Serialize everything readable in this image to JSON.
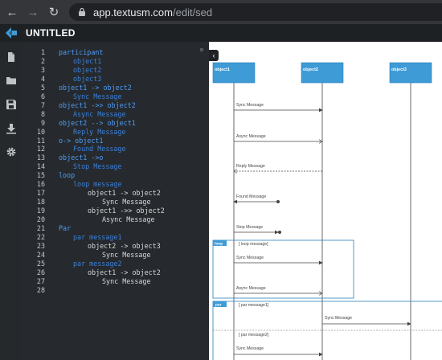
{
  "browser": {
    "url_host": "app.textusm.com",
    "url_path": "/edit/sed"
  },
  "app": {
    "title": "UNTITLED"
  },
  "editor": {
    "lines": [
      {
        "n": "1",
        "indent": 0,
        "kind": "kw",
        "text": "participant"
      },
      {
        "n": "2",
        "indent": 1,
        "kind": "text",
        "text": "object1"
      },
      {
        "n": "3",
        "indent": 1,
        "kind": "text",
        "text": "object2"
      },
      {
        "n": "4",
        "indent": 1,
        "kind": "text",
        "text": "object3"
      },
      {
        "n": "5",
        "indent": 0,
        "kind": "kw",
        "text": "object1 -> object2"
      },
      {
        "n": "6",
        "indent": 1,
        "kind": "text",
        "text": "Sync Message"
      },
      {
        "n": "7",
        "indent": 0,
        "kind": "kw",
        "text": "object1 ->> object2"
      },
      {
        "n": "8",
        "indent": 1,
        "kind": "text",
        "text": "Async Message"
      },
      {
        "n": "9",
        "indent": 0,
        "kind": "kw",
        "text": "object2 --> object1"
      },
      {
        "n": "10",
        "indent": 1,
        "kind": "text",
        "text": "Reply Message"
      },
      {
        "n": "11",
        "indent": 0,
        "kind": "kw",
        "text": "o-> object1"
      },
      {
        "n": "12",
        "indent": 1,
        "kind": "text",
        "text": "Found Message"
      },
      {
        "n": "13",
        "indent": 0,
        "kind": "kw",
        "text": "object1 ->o"
      },
      {
        "n": "14",
        "indent": 1,
        "kind": "text",
        "text": "Stop Message"
      },
      {
        "n": "15",
        "indent": 0,
        "kind": "kw",
        "text": "loop"
      },
      {
        "n": "16",
        "indent": 1,
        "kind": "text",
        "text": "loop message"
      },
      {
        "n": "17",
        "indent": 2,
        "kind": "plain",
        "text": "object1 -> object2"
      },
      {
        "n": "18",
        "indent": 3,
        "kind": "plain",
        "text": "Sync Message"
      },
      {
        "n": "19",
        "indent": 2,
        "kind": "plain",
        "text": "object1 ->> object2"
      },
      {
        "n": "20",
        "indent": 3,
        "kind": "plain",
        "text": "Async Message"
      },
      {
        "n": "21",
        "indent": 0,
        "kind": "kw",
        "text": "Par"
      },
      {
        "n": "22",
        "indent": 1,
        "kind": "text",
        "text": "par message1"
      },
      {
        "n": "23",
        "indent": 2,
        "kind": "plain",
        "text": "object2 -> object3"
      },
      {
        "n": "24",
        "indent": 3,
        "kind": "plain",
        "text": "Sync Message"
      },
      {
        "n": "25",
        "indent": 1,
        "kind": "text",
        "text": "par message2"
      },
      {
        "n": "26",
        "indent": 2,
        "kind": "plain",
        "text": "object1 -> object2"
      },
      {
        "n": "27",
        "indent": 3,
        "kind": "plain",
        "text": "Sync Message"
      },
      {
        "n": "28",
        "indent": 0,
        "kind": "plain",
        "text": ""
      }
    ]
  },
  "diagram": {
    "participants": [
      "object1",
      "object2",
      "object3"
    ],
    "messages": [
      {
        "label": "Sync Message",
        "style": "sync"
      },
      {
        "label": "Async Message",
        "style": "async"
      },
      {
        "label": "Reply Message",
        "style": "reply"
      },
      {
        "label": "Found Message",
        "style": "found"
      },
      {
        "label": "Stop Message",
        "style": "stop"
      }
    ],
    "loop_fragment": {
      "tag": "loop",
      "guard": "[ loop message]",
      "messages": [
        "Sync Message",
        "Async Message"
      ]
    },
    "par_fragment": {
      "tag": "par",
      "guard1": "[ par message1]",
      "message1": "Sync Message",
      "guard2": "[ par message2]",
      "message2": "Sync Message"
    },
    "colors": {
      "participant_fill": "#3e9bd6",
      "participant_border": "#2a7fbb",
      "line": "#444444"
    }
  }
}
